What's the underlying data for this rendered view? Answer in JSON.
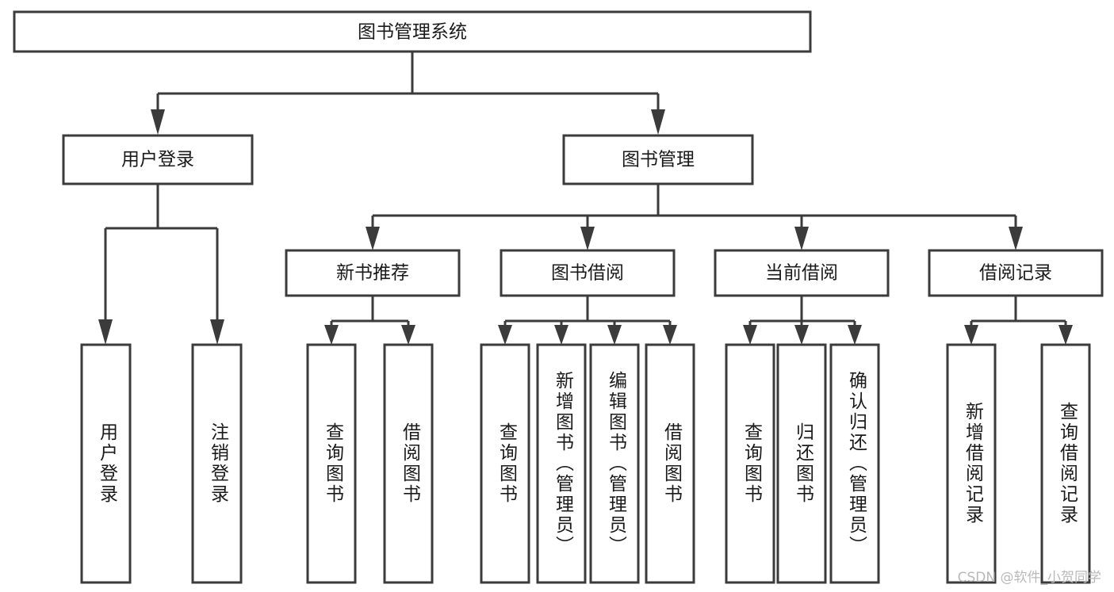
{
  "diagram": {
    "title": "图书管理系统",
    "watermark": "CSDN @软件_小贺同学",
    "orientation": "top-down-tree",
    "levels": 4,
    "colors": {
      "stroke": "#3b3b3b",
      "fill": "#ffffff",
      "text": "#1a1a1a",
      "watermark": "#b9b9b9",
      "background": "#ffffff"
    },
    "nodes": {
      "root": {
        "label": "图书管理系统"
      },
      "level2": [
        {
          "id": "user-login",
          "label": "用户登录"
        },
        {
          "id": "book-manage",
          "label": "图书管理"
        }
      ],
      "level3": [
        {
          "id": "new-book-rec",
          "label": "新书推荐"
        },
        {
          "id": "book-borrow",
          "label": "图书借阅"
        },
        {
          "id": "current-borrow",
          "label": "当前借阅"
        },
        {
          "id": "borrow-record",
          "label": "借阅记录"
        }
      ],
      "leaves": {
        "user-login": [
          {
            "id": "leaf-user-login",
            "label": "用户登录"
          },
          {
            "id": "leaf-logout",
            "label": "注销登录"
          }
        ],
        "new-book-rec": [
          {
            "id": "leaf-query-book-1",
            "label": "查询图书"
          },
          {
            "id": "leaf-borrow-book-1",
            "label": "借阅图书"
          }
        ],
        "book-borrow": [
          {
            "id": "leaf-query-book-2",
            "label": "查询图书"
          },
          {
            "id": "leaf-add-book",
            "label": "新增图书（管理员）"
          },
          {
            "id": "leaf-edit-book",
            "label": "编辑图书（管理员）"
          },
          {
            "id": "leaf-borrow-book-2",
            "label": "借阅图书"
          }
        ],
        "current-borrow": [
          {
            "id": "leaf-query-book-3",
            "label": "查询图书"
          },
          {
            "id": "leaf-return-book",
            "label": "归还图书"
          },
          {
            "id": "leaf-confirm-return",
            "label": "确认归还（管理员）"
          }
        ],
        "borrow-record": [
          {
            "id": "leaf-add-record",
            "label": "新增借阅记录"
          },
          {
            "id": "leaf-query-record",
            "label": "查询借阅记录"
          }
        ]
      }
    }
  }
}
